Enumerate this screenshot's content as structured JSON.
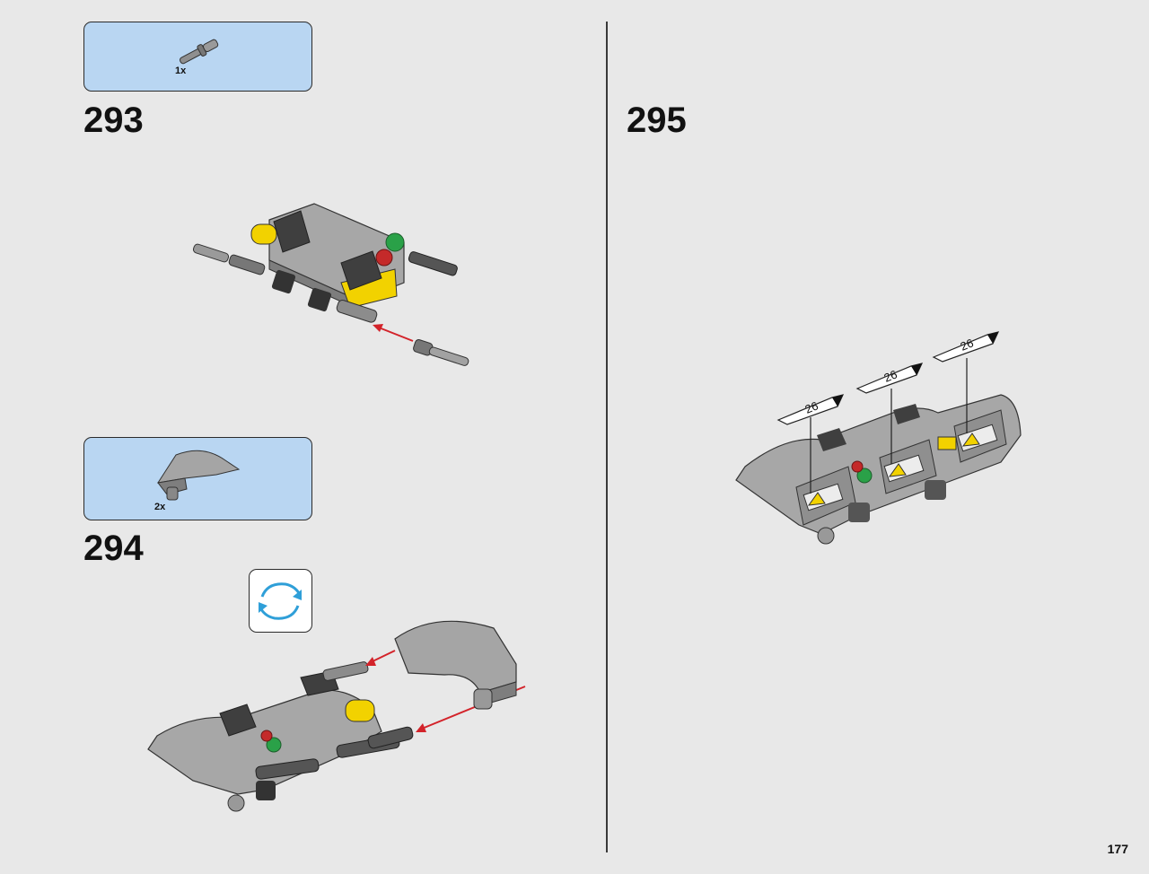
{
  "page": {
    "number": "177"
  },
  "steps": [
    {
      "number": "293",
      "parts": [
        {
          "quantity": "1x",
          "part": "grey-axle-pin-icon"
        }
      ]
    },
    {
      "number": "294",
      "parts": [
        {
          "quantity": "2x",
          "part": "grey-curved-panel-icon"
        }
      ],
      "rotate_model": true
    },
    {
      "number": "295",
      "stickers": [
        "26",
        "26",
        "26"
      ]
    }
  ],
  "colors": {
    "parts_box": "#b9d6f2",
    "arrow": "#d3232a",
    "rotate_arrow": "#2f9fd8",
    "panel_grey": "#9c9c9c",
    "dark_grey": "#4a4a4a",
    "yellow": "#f2d200",
    "green": "#2aa148",
    "red": "#c42a2a"
  }
}
